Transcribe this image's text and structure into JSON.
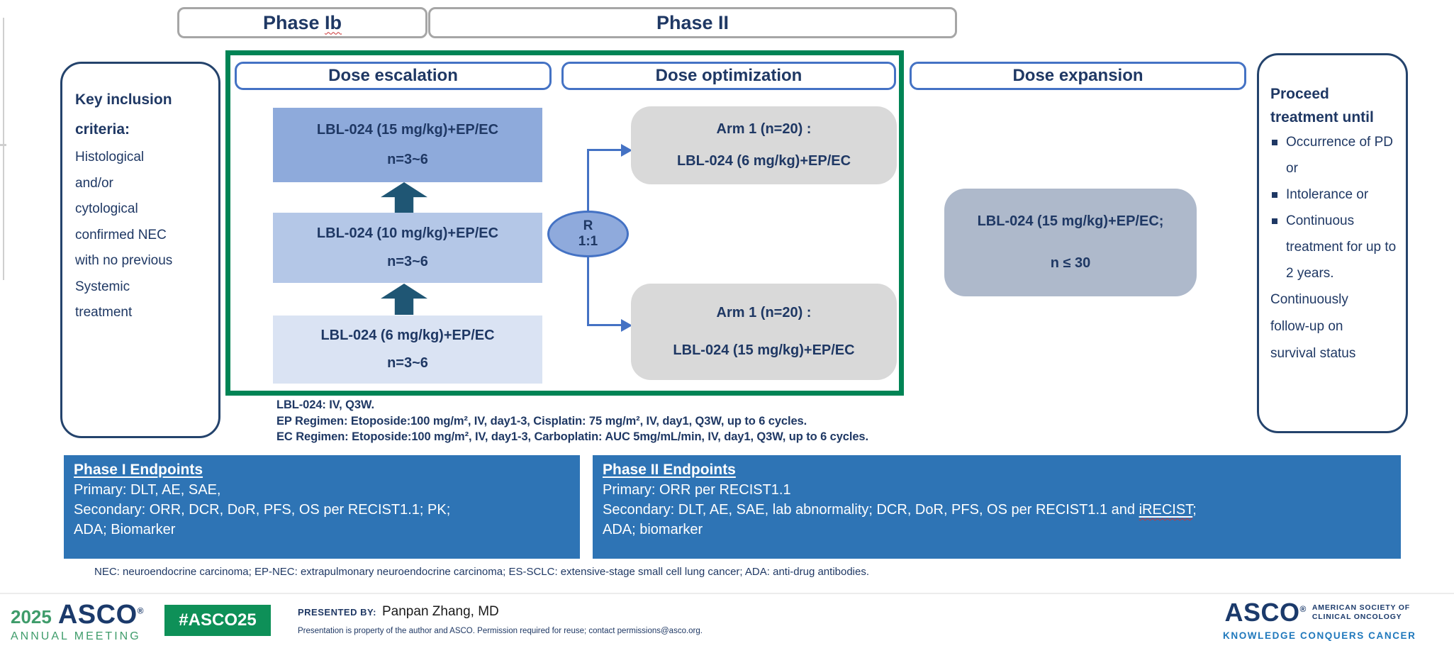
{
  "phase_bar": {
    "phase1_prefix": "Phase ",
    "phase1_word": "Ib",
    "phase2": "Phase II"
  },
  "columns": {
    "escalation": {
      "title": "Dose escalation",
      "boxes": [
        {
          "line1": "LBL-024 (15 mg/kg)+EP/EC",
          "line2": "n=3~6"
        },
        {
          "line1": "LBL-024 (10 mg/kg)+EP/EC",
          "line2": "n=3~6"
        },
        {
          "line1": "LBL-024 (6 mg/kg)+EP/EC",
          "line2": "n=3~6"
        }
      ]
    },
    "optimization": {
      "title": "Dose optimization",
      "randomization": {
        "line1": "R",
        "line2": "1:1"
      },
      "arms": [
        {
          "line1": "Arm 1 (n=20) :",
          "line2": "LBL-024 (6 mg/kg)+EP/EC"
        },
        {
          "line1": "Arm 1 (n=20) :",
          "line2": "LBL-024 (15 mg/kg)+EP/EC"
        }
      ]
    },
    "expansion": {
      "title": "Dose expansion",
      "box": {
        "line1": "LBL-024 (15 mg/kg)+EP/EC;",
        "line2": "n ≤ 30"
      }
    }
  },
  "inclusion": {
    "title": "Key inclusion criteria:",
    "lines": [
      "Histological",
      "and/or",
      "cytological",
      "confirmed NEC",
      "with no previous",
      "Systemic",
      "treatment"
    ]
  },
  "proceed": {
    "title": "Proceed treatment until",
    "bullets": [
      "Occurrence of PD or",
      "Intolerance or",
      "Continuous treatment for up to 2 years."
    ],
    "footer_lines": [
      "Continuously",
      "follow-up on",
      "survival status"
    ]
  },
  "notes": [
    "LBL-024: IV, Q3W.",
    "EP Regimen: Etoposide:100 mg/m², IV, day1-3, Cisplatin: 75 mg/m², IV, day1, Q3W, up to 6 cycles.",
    "EC Regimen: Etoposide:100 mg/m², IV, day1-3, Carboplatin: AUC 5mg/mL/min, IV, day1, Q3W, up to 6 cycles."
  ],
  "endpoints": {
    "phase1": {
      "title": "Phase I Endpoints",
      "lines": [
        "Primary: DLT, AE, SAE,",
        "Secondary: ORR, DCR, DoR, PFS, OS per RECIST1.1; PK;",
        "ADA; Biomarker"
      ]
    },
    "phase2": {
      "title": "Phase II Endpoints",
      "line1": "Primary: ORR per RECIST1.1",
      "line2_prefix": "Secondary: DLT, AE, SAE, lab abnormality; DCR, DoR, PFS, OS per RECIST1.1 and ",
      "line2_irecist": "iRECIST",
      "line2_suffix": ";",
      "line3": "ADA; biomarker"
    }
  },
  "footnote": "NEC: neuroendocrine carcinoma; EP-NEC: extrapulmonary neuroendocrine carcinoma; ES-SCLC: extensive-stage small cell lung cancer; ADA: anti-drug antibodies.",
  "footer": {
    "meeting_year": "2025",
    "meeting_org": "ASCO",
    "reg_mark": "®",
    "meeting_sub": "ANNUAL MEETING",
    "hashtag": "#ASCO25",
    "presented_by_label": "PRESENTED BY:",
    "presenter": "Panpan Zhang, MD",
    "disclaimer": "Presentation is property of the author and ASCO. Permission required for reuse; contact permissions@asco.org.",
    "asco_logo": "ASCO",
    "asco_society_line1": "AMERICAN SOCIETY OF",
    "asco_society_line2": "CLINICAL ONCOLOGY",
    "asco_tagline": "KNOWLEDGE CONQUERS CANCER"
  },
  "colors": {
    "navy_text": "#1F3864",
    "green_frame": "#008455",
    "header_border_blue": "#4472C4",
    "escalation_fills": [
      "#DAE3F3",
      "#B4C7E7",
      "#8EAADB"
    ],
    "arm_fill": "#D9D9D9",
    "expansion_fill": "#AEB9CB",
    "endpoint_fill": "#2E74B5",
    "asco_green": "#0E9058",
    "tagline_blue": "#1F78BC"
  }
}
